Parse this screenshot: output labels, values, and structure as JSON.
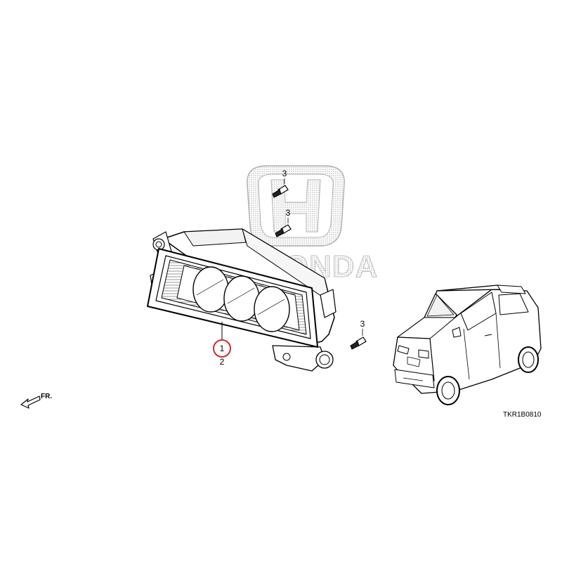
{
  "diagram": {
    "parts": [
      {
        "ref": "1"
      },
      {
        "ref": "2"
      },
      {
        "ref": "3"
      },
      {
        "ref": "3"
      },
      {
        "ref": "3"
      }
    ],
    "front_direction_label": "FR.",
    "diagram_code": "TKR1B0810",
    "highlight_color": "#d9262e",
    "watermark_text": "HONDA"
  }
}
